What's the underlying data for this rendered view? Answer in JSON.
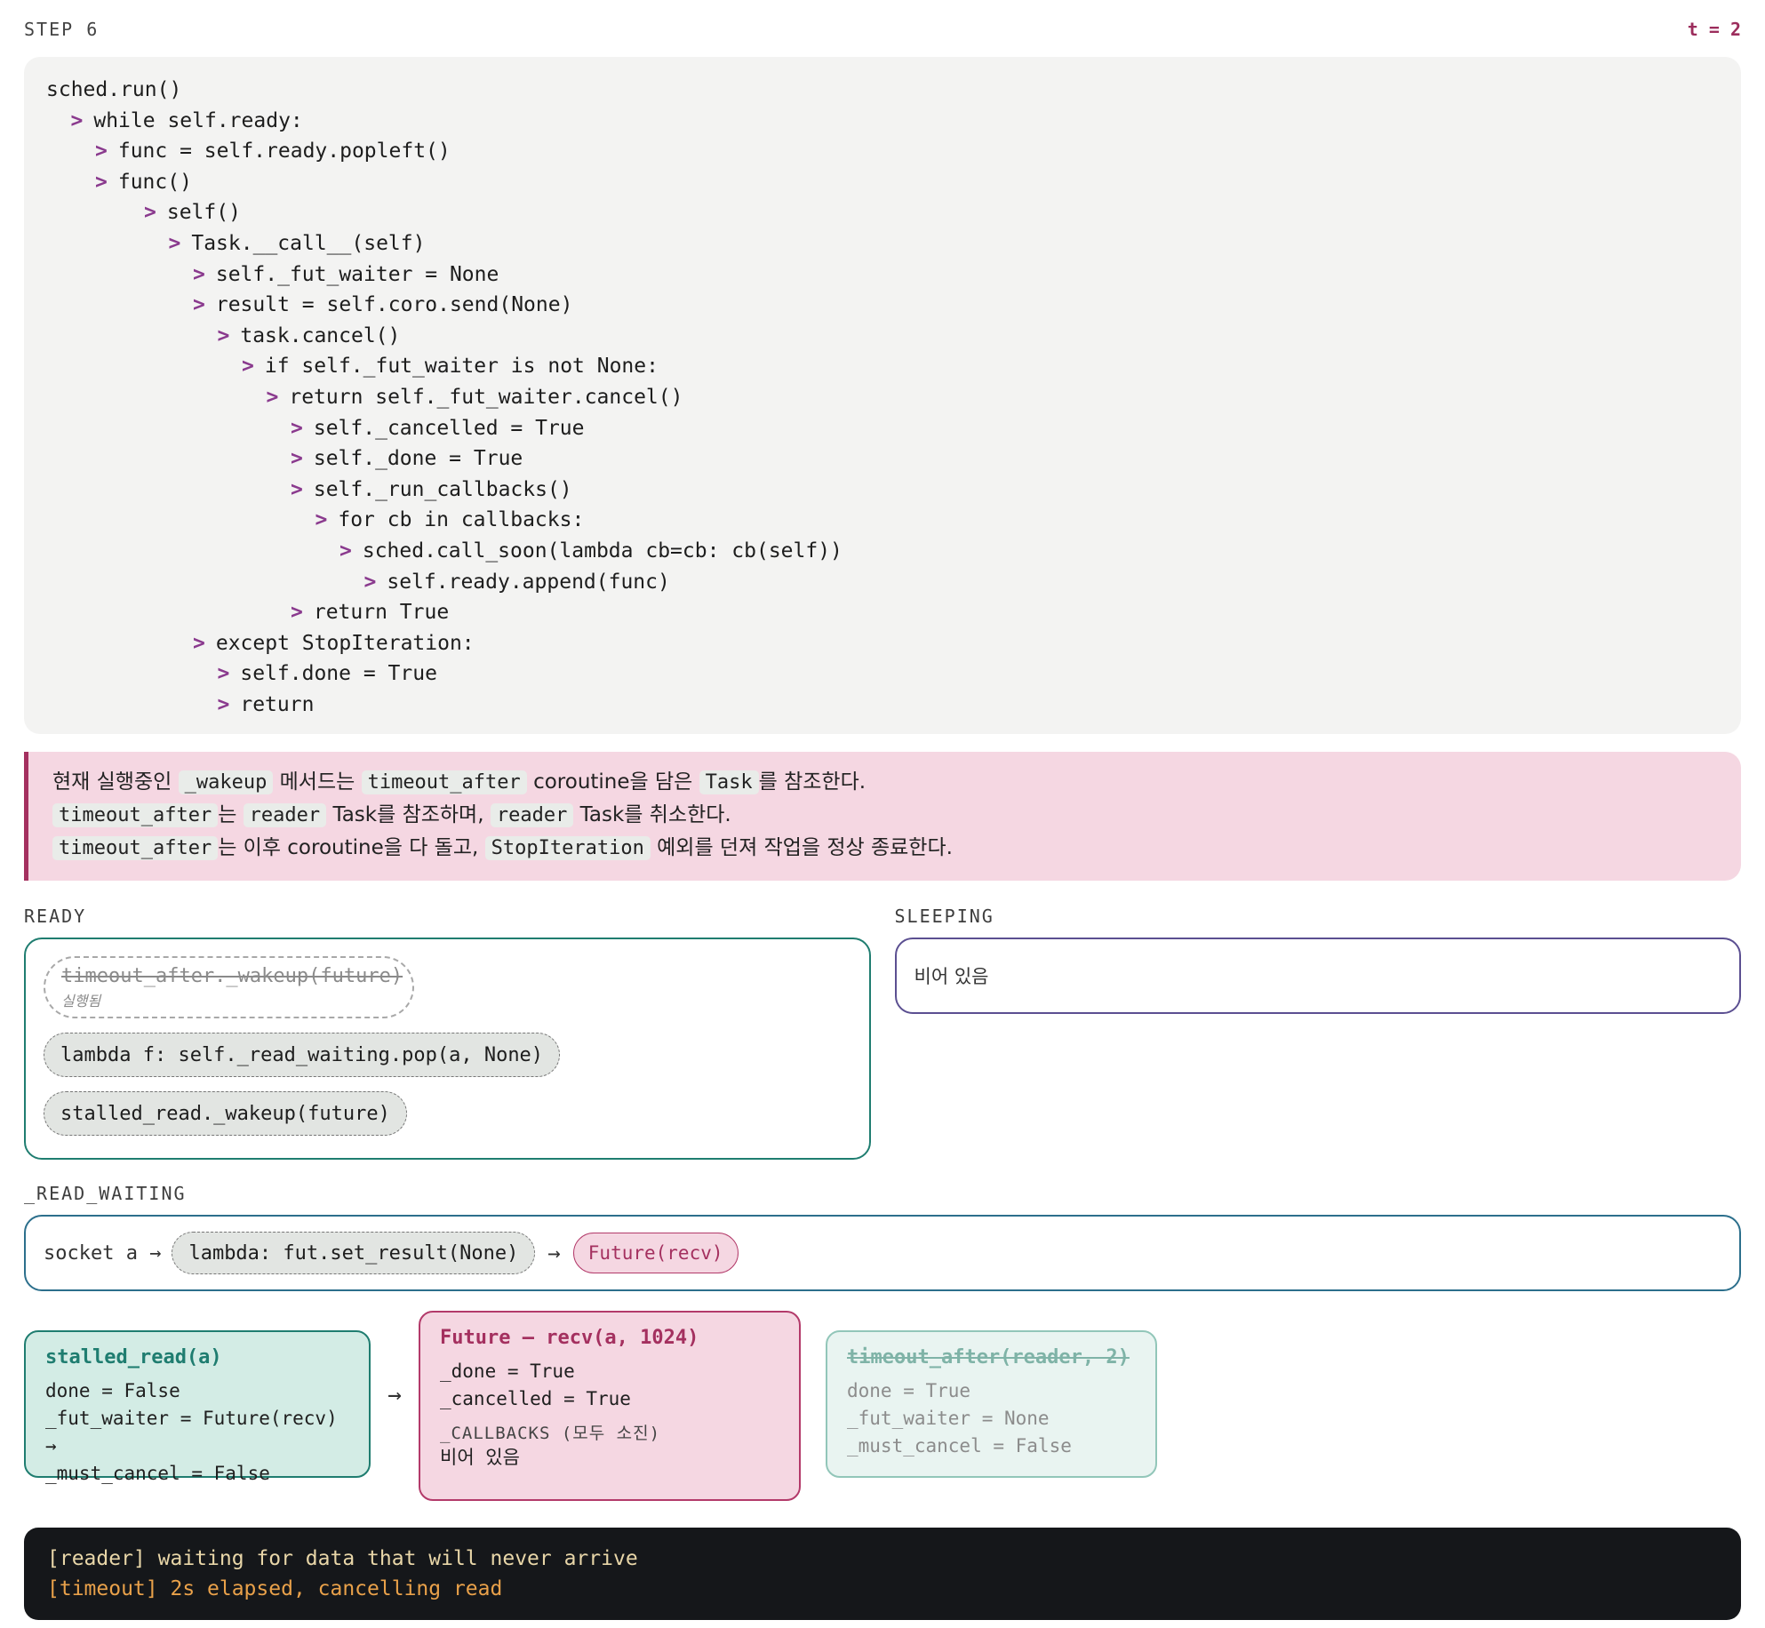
{
  "header": {
    "step": "STEP 6",
    "time": "t = 2"
  },
  "code": {
    "arrow": ">",
    "lines": [
      {
        "indent": 0,
        "arrow": false,
        "text": "sched.run()"
      },
      {
        "indent": 1,
        "arrow": true,
        "text": "while self.ready:"
      },
      {
        "indent": 2,
        "arrow": true,
        "text": "func = self.ready.popleft()"
      },
      {
        "indent": 2,
        "arrow": true,
        "text": "func()"
      },
      {
        "indent": 4,
        "arrow": true,
        "text": "self()"
      },
      {
        "indent": 5,
        "arrow": true,
        "text": "Task.__call__(self)"
      },
      {
        "indent": 6,
        "arrow": true,
        "text": "self._fut_waiter = None"
      },
      {
        "indent": 6,
        "arrow": true,
        "text": "result = self.coro.send(None)"
      },
      {
        "indent": 7,
        "arrow": true,
        "text": "task.cancel()"
      },
      {
        "indent": 8,
        "arrow": true,
        "text": "if self._fut_waiter is not None:"
      },
      {
        "indent": 9,
        "arrow": true,
        "text": "return self._fut_waiter.cancel()"
      },
      {
        "indent": 10,
        "arrow": true,
        "text": "self._cancelled = True"
      },
      {
        "indent": 10,
        "arrow": true,
        "text": "self._done = True"
      },
      {
        "indent": 10,
        "arrow": true,
        "text": "self._run_callbacks()"
      },
      {
        "indent": 11,
        "arrow": true,
        "text": "for cb in callbacks:"
      },
      {
        "indent": 12,
        "arrow": true,
        "text": "sched.call_soon(lambda cb=cb: cb(self))"
      },
      {
        "indent": 13,
        "arrow": true,
        "text": "self.ready.append(func)"
      },
      {
        "indent": 10,
        "arrow": true,
        "text": "return True"
      },
      {
        "indent": 6,
        "arrow": true,
        "text": "except StopIteration:"
      },
      {
        "indent": 7,
        "arrow": true,
        "text": "self.done = True"
      },
      {
        "indent": 7,
        "arrow": true,
        "text": "return"
      }
    ]
  },
  "note": {
    "l1": {
      "a": "현재 실행중인",
      "c1": "_wakeup",
      "b": "메서드는",
      "c2": "timeout_after",
      "d": "coroutine을 담은",
      "c3": "Task",
      "e": "를 참조한다."
    },
    "l2": {
      "c1": "timeout_after",
      "a": "는",
      "c2": "reader",
      "b": "Task를 참조하며,",
      "c3": "reader",
      "d": "Task를 취소한다."
    },
    "l3": {
      "c1": "timeout_after",
      "a": "는 이후 coroutine을 다 돌고,",
      "c2": "StopIteration",
      "b": "예외를 던져 작업을 정상 종료한다."
    }
  },
  "ready": {
    "title": "READY",
    "done_item": {
      "label": "timeout_after._wakeup(future)",
      "status": "실행됨"
    },
    "items": [
      "lambda f: self._read_waiting.pop(a, None)",
      "stalled_read._wakeup(future)"
    ]
  },
  "sleeping": {
    "title": "SLEEPING",
    "empty_text": "비어 있음"
  },
  "read_waiting": {
    "title": "_READ_WAITING",
    "key": "socket a →",
    "callback": "lambda: fut.set_result(None)",
    "arrow": "→",
    "future": "Future(recv)"
  },
  "tasks": {
    "stalled": {
      "title": "stalled_read(a)",
      "lines": [
        "done = False",
        "_fut_waiter = Future(recv) →",
        "_must_cancel = False"
      ]
    },
    "arrow": "→",
    "future": {
      "title": "Future — recv(a, 1024)",
      "lines": [
        "_done = True",
        "_cancelled = True"
      ],
      "callbacks_title": "_CALLBACKS (모두 소진)",
      "callbacks_empty": "비어 있음"
    },
    "timeout": {
      "title": "timeout_after(reader, 2)",
      "lines": [
        "done = True",
        "_fut_waiter = None",
        "_must_cancel = False"
      ]
    }
  },
  "terminal": {
    "lines": [
      "[reader] waiting for data that will never arrive",
      "[timeout] 2s elapsed, cancelling read"
    ]
  },
  "colors": {
    "accent": "#a4305f",
    "ready_border": "#1f7d70",
    "sleeping_border": "#5b4f91",
    "read_waiting_border": "#2c6f8c",
    "terminal_bg": "#15171a"
  }
}
